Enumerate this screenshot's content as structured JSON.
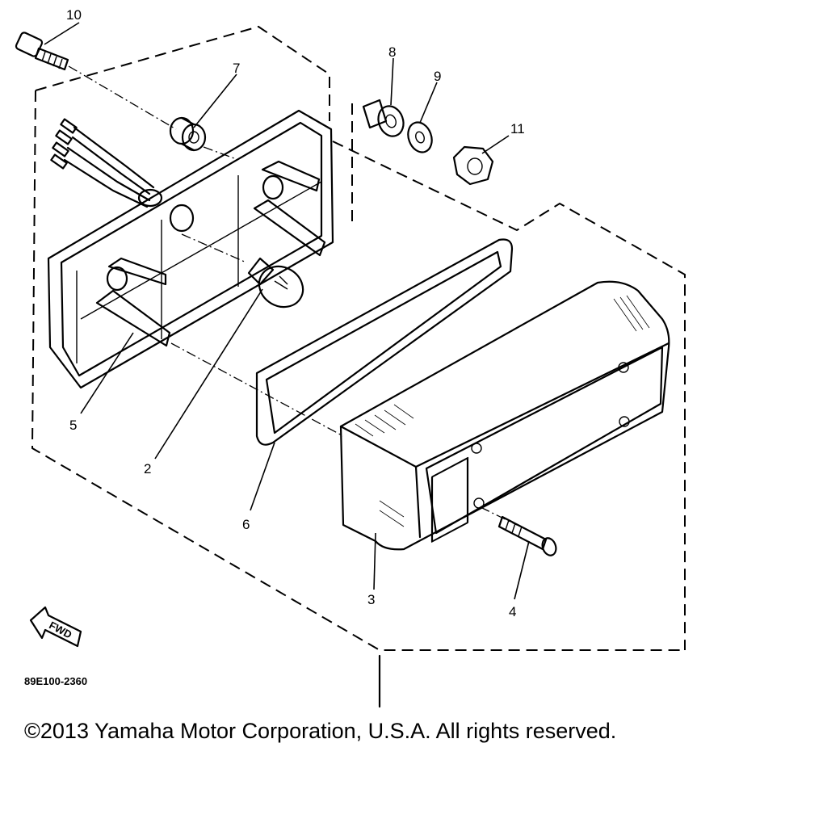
{
  "diagram": {
    "part_number": "89E100-2360",
    "fwd_label": "FWD",
    "callouts": [
      {
        "id": "1",
        "label": "10"
      },
      {
        "id": "2",
        "label": "7"
      },
      {
        "id": "3",
        "label": "8"
      },
      {
        "id": "4",
        "label": "9"
      },
      {
        "id": "5",
        "label": "11"
      },
      {
        "id": "6",
        "label": "5"
      },
      {
        "id": "7",
        "label": "2"
      },
      {
        "id": "8",
        "label": "6"
      },
      {
        "id": "9",
        "label": "3"
      },
      {
        "id": "10",
        "label": "4"
      }
    ]
  },
  "footer": {
    "copyright": "©2013 Yamaha Motor Corporation, U.S.A. All rights reserved."
  }
}
